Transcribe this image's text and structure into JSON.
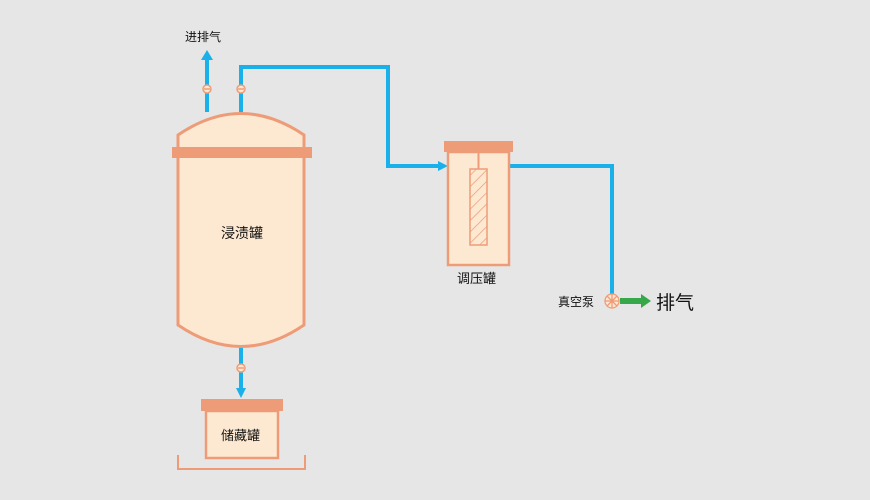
{
  "labels": {
    "inlet_outlet": "进排气",
    "impregnation_tank": "浸渍罐",
    "regulator_tank": "调压罐",
    "storage_tank": "储藏罐",
    "vacuum_pump": "真空泵",
    "exhaust": "排气"
  },
  "colors": {
    "background": "#e6e6e6",
    "pipe": "#1ab0ea",
    "tank_fill": "#fde9d2",
    "tank_stroke": "#ee9c78",
    "flange": "#ee9c78",
    "exhaust_arrow": "#36a84a"
  }
}
